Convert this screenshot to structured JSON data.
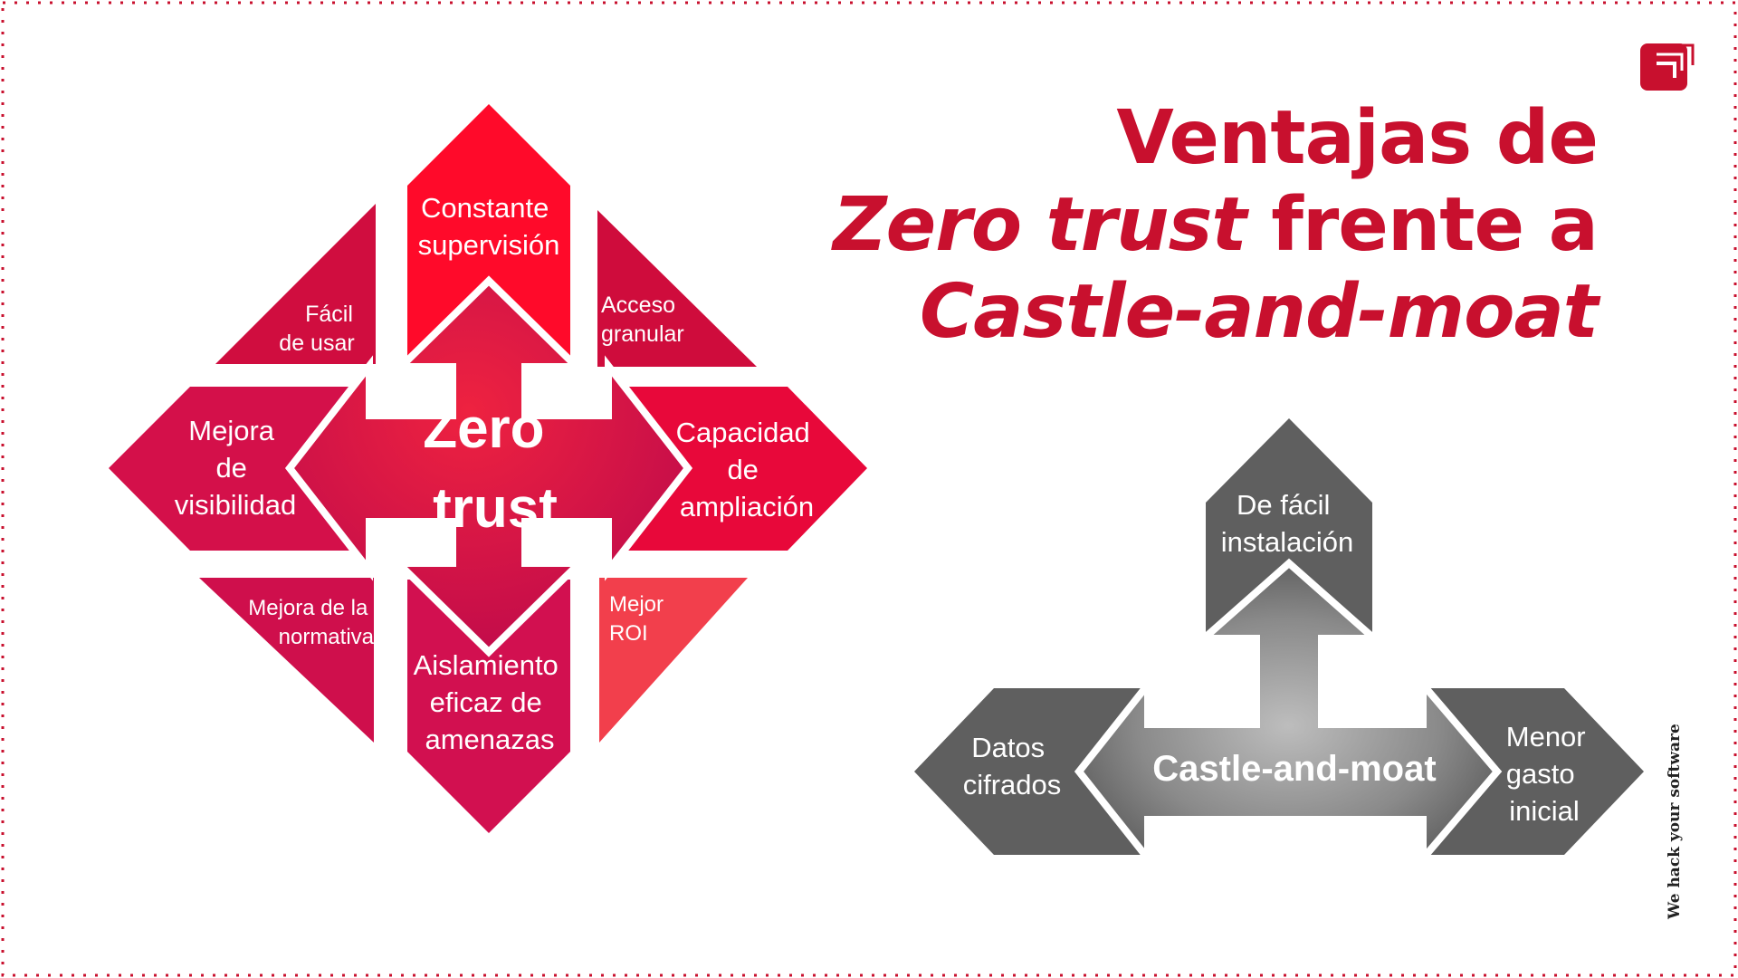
{
  "colors": {
    "brand": "#c8102e",
    "red_main": "#d40d3f",
    "red_light": "#f23f4c",
    "gray": "#5f5f5f",
    "gray_light": "#a8a8a8"
  },
  "logo": {
    "icon": "brand-square-arrow-icon"
  },
  "title": {
    "line1": "Ventajas de",
    "line2_italic": "Zero trust",
    "line2_rest": " frente a",
    "line3_italic": "Castle-and-moat"
  },
  "zero_trust": {
    "center_line1": "Zero",
    "center_line2": "trust",
    "top": [
      "Constante",
      "supervisión"
    ],
    "top_left": [
      "Fácil",
      "de usar"
    ],
    "top_right": [
      "Acceso",
      "granular"
    ],
    "left": [
      "Mejora",
      "de",
      "visibilidad"
    ],
    "right": [
      "Capacidad",
      "de",
      "ampliación"
    ],
    "bottom_left": [
      "Mejora de la",
      "normativa"
    ],
    "bottom_right": [
      "Mejor",
      "ROI"
    ],
    "bottom": [
      "Aislamiento",
      "eficaz de",
      "amenazas"
    ]
  },
  "castle_and_moat": {
    "center": "Castle-and-moat",
    "top": [
      "De fácil",
      "instalación"
    ],
    "left": [
      "Datos",
      "cifrados"
    ],
    "right": [
      "Menor",
      "gasto",
      "inicial"
    ]
  },
  "tagline": "We hack your software"
}
